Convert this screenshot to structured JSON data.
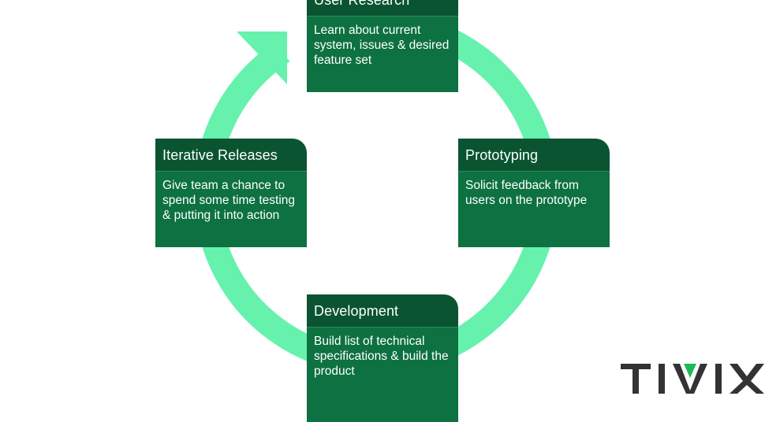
{
  "colors": {
    "ring": "#66f2ad",
    "card_header": "#0a5432",
    "card_body": "#0d7142",
    "logo_text": "#333333",
    "logo_accent": "#1db954"
  },
  "cycle": {
    "direction": "clockwise",
    "steps": [
      {
        "id": "user-research",
        "title": "User Research",
        "description": "Learn about current system, issues & desired feature set"
      },
      {
        "id": "prototyping",
        "title": "Prototyping",
        "description": "Solicit feedback from users on the prototype"
      },
      {
        "id": "development",
        "title": "Development",
        "description": "Build list of technical specifications & build the product"
      },
      {
        "id": "iterative-releases",
        "title": "Iterative Releases",
        "description": "Give team a chance to spend some time testing & putting it into action"
      }
    ]
  },
  "logo": {
    "text": "TIVIX"
  }
}
